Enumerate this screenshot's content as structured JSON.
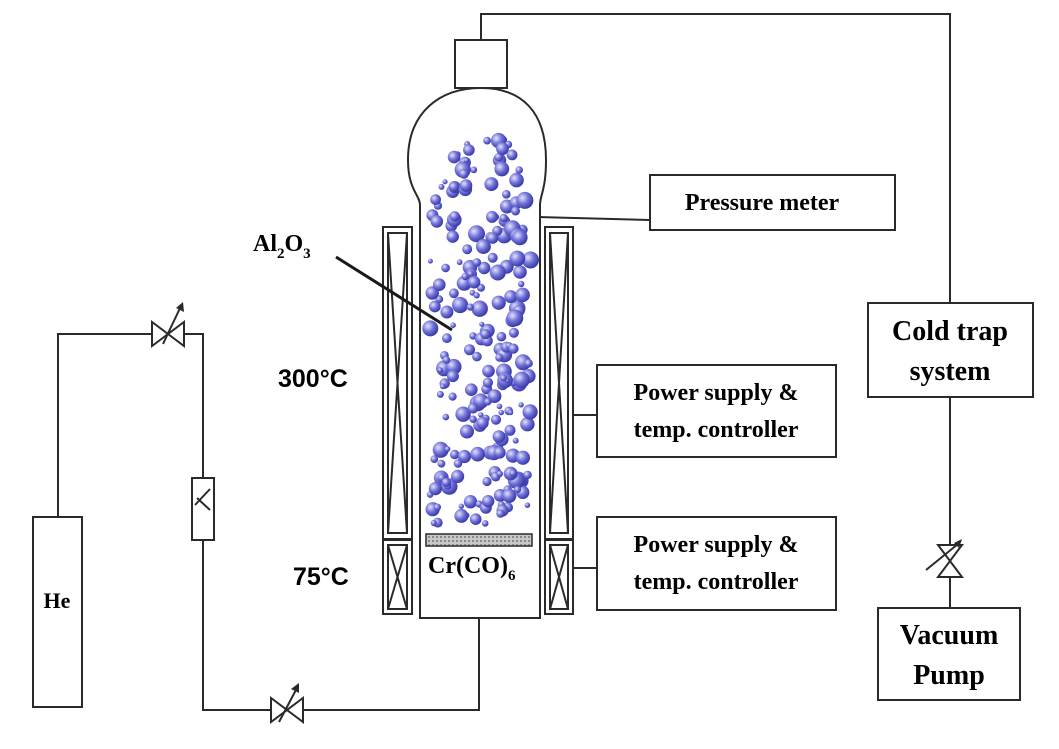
{
  "labels": {
    "pressure_meter": "Pressure meter",
    "cold_trap_line1": "Cold trap",
    "cold_trap_line2": "system",
    "power_supply_upper_line1": "Power supply &",
    "power_supply_upper_line2": "temp. controller",
    "power_supply_lower_line1": "Power supply &",
    "power_supply_lower_line2": "temp. controller",
    "vacuum_pump_line1": "Vacuum",
    "vacuum_pump_line2": "Pump",
    "he_cylinder": "He",
    "temp_upper": "300°C",
    "temp_lower": "75°C",
    "support_main": "Al",
    "support_sub1": "2",
    "support_mid": "O",
    "support_sub2": "3",
    "precursor_main": "Cr(CO)",
    "precursor_sub": "6"
  },
  "colors": {
    "line": "#2a2a2a",
    "particle": "#5a5ccf",
    "particle_highlight": "#c9c8f2",
    "precursor_tray": "#9a9a9a"
  }
}
